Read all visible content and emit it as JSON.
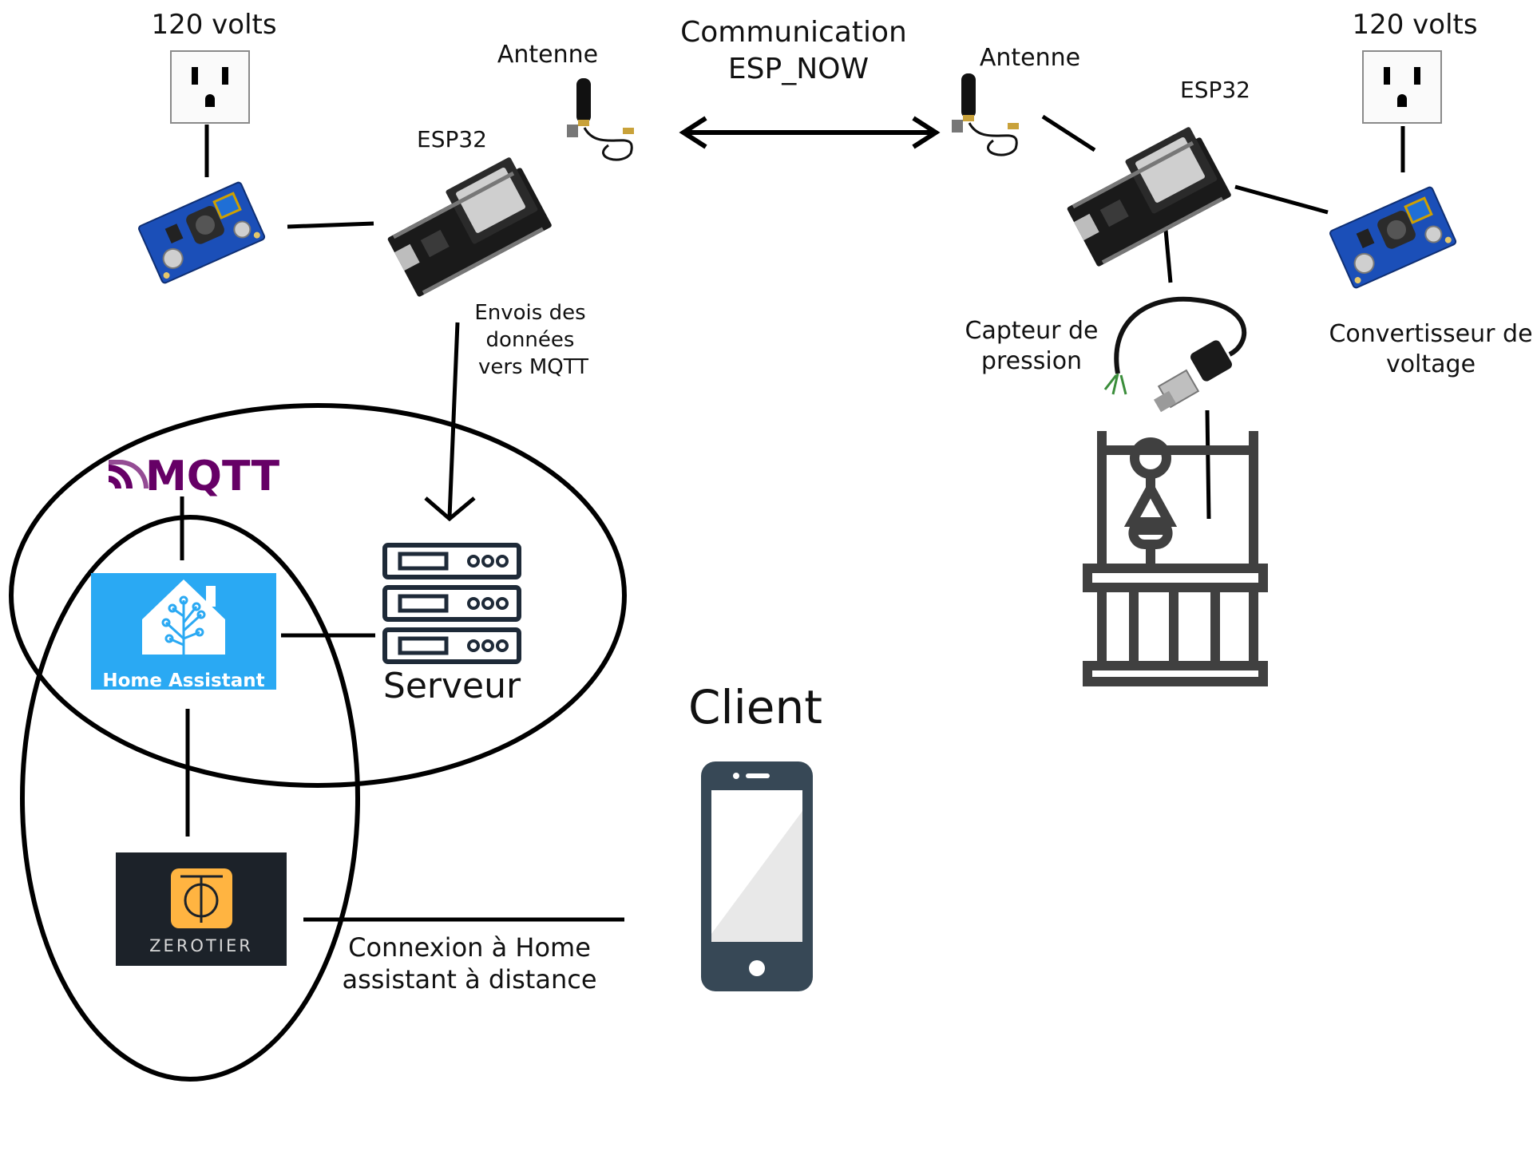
{
  "colors": {
    "line": "#000000",
    "ha_blue": "#2aa9f3",
    "mqtt_purple": "#660066",
    "zerotier_bg": "#1c2229",
    "zerotier_orange": "#ffb441",
    "server_color": "#1e2a38",
    "phone_color": "#374856",
    "board_blue": "#1b4fb8",
    "icon_gray": "#404040"
  },
  "labels": {
    "volts_left": "120 volts",
    "volts_right": "120 volts",
    "antenne_left": "Antenne",
    "antenne_right": "Antenne",
    "comm_line1": "Communication",
    "comm_line2": "ESP_NOW",
    "esp32_left": "ESP32",
    "esp32_right": "ESP32",
    "envoi_line1": "Envois des",
    "envoi_line2": "données",
    "envoi_line3": "vers MQTT",
    "capteur_line1": "Capteur de",
    "capteur_line2": "pression",
    "convert_line1": "Convertisseur de",
    "convert_line2": "voltage",
    "mqtt": "MQTT",
    "home_assistant": "Home Assistant",
    "serveur": "Serveur",
    "zerotier": "ZEROTIER",
    "client": "Client",
    "connexion_line1": "Connexion à Home",
    "connexion_line2": "assistant à distance"
  },
  "icons": [
    "outlet-icon",
    "voltage-converter-icon",
    "esp32-board-icon",
    "antenna-icon",
    "pressure-sensor-icon",
    "well-pump-icon",
    "mqtt-logo",
    "home-assistant-logo",
    "server-rack-icon",
    "zerotier-logo",
    "smartphone-icon"
  ]
}
